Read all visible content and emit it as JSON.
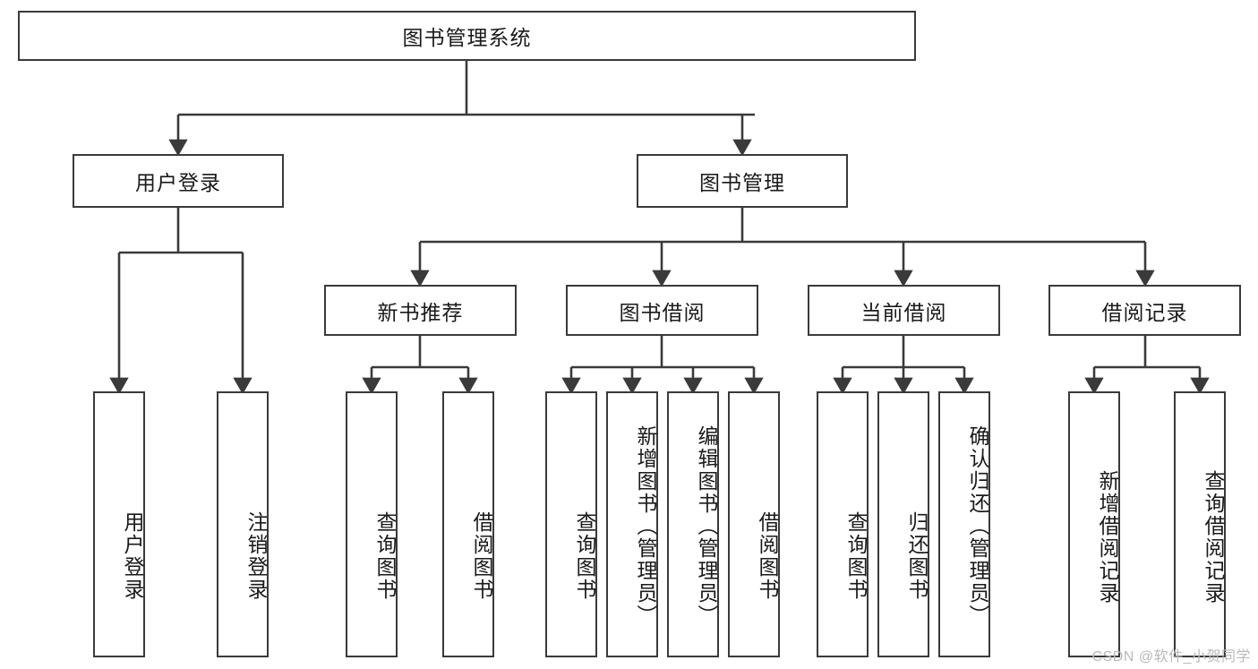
{
  "diagram": {
    "title": "图书管理系统",
    "type": "hierarchy-tree",
    "root": {
      "id": "root",
      "label": "图书管理系统",
      "orientation": "horizontal"
    },
    "level2": [
      {
        "id": "user-login",
        "label": "用户登录",
        "orientation": "horizontal"
      },
      {
        "id": "book-management",
        "label": "图书管理",
        "orientation": "horizontal"
      }
    ],
    "level3": [
      {
        "id": "new-book-recommend",
        "label": "新书推荐",
        "orientation": "horizontal",
        "parent": "book-management"
      },
      {
        "id": "book-borrow",
        "label": "图书借阅",
        "orientation": "horizontal",
        "parent": "book-management"
      },
      {
        "id": "current-borrow",
        "label": "当前借阅",
        "orientation": "horizontal",
        "parent": "book-management"
      },
      {
        "id": "borrow-record",
        "label": "借阅记录",
        "orientation": "horizontal",
        "parent": "book-management"
      }
    ],
    "leaves": [
      {
        "id": "leaf-user-login",
        "label": "用户登录",
        "parent": "user-login"
      },
      {
        "id": "leaf-logout",
        "label": "注销登录",
        "parent": "user-login"
      },
      {
        "id": "leaf-query-book-1",
        "label": "查询图书",
        "parent": "new-book-recommend"
      },
      {
        "id": "leaf-borrow-book-1",
        "label": "借阅图书",
        "parent": "new-book-recommend"
      },
      {
        "id": "leaf-query-book-2",
        "label": "查询图书",
        "parent": "book-borrow"
      },
      {
        "id": "leaf-add-book",
        "label": "新增图书（管理员）",
        "parent": "book-borrow"
      },
      {
        "id": "leaf-edit-book",
        "label": "编辑图书（管理员）",
        "parent": "book-borrow"
      },
      {
        "id": "leaf-borrow-book-2",
        "label": "借阅图书",
        "parent": "book-borrow"
      },
      {
        "id": "leaf-query-book-3",
        "label": "查询图书",
        "parent": "current-borrow"
      },
      {
        "id": "leaf-return-book",
        "label": "归还图书",
        "parent": "current-borrow"
      },
      {
        "id": "leaf-confirm-return",
        "label": "确认归还（管理员）",
        "parent": "current-borrow"
      },
      {
        "id": "leaf-add-record",
        "label": "新增借阅记录",
        "parent": "borrow-record"
      },
      {
        "id": "leaf-query-record",
        "label": "查询借阅记录",
        "parent": "borrow-record"
      }
    ],
    "colors": {
      "stroke": "#3a3a3a",
      "background": "#ffffff",
      "text": "#1a1a1a",
      "watermark": "#b9b9b9"
    }
  },
  "watermark": {
    "text": "CSDN @软件_小贺同学"
  }
}
